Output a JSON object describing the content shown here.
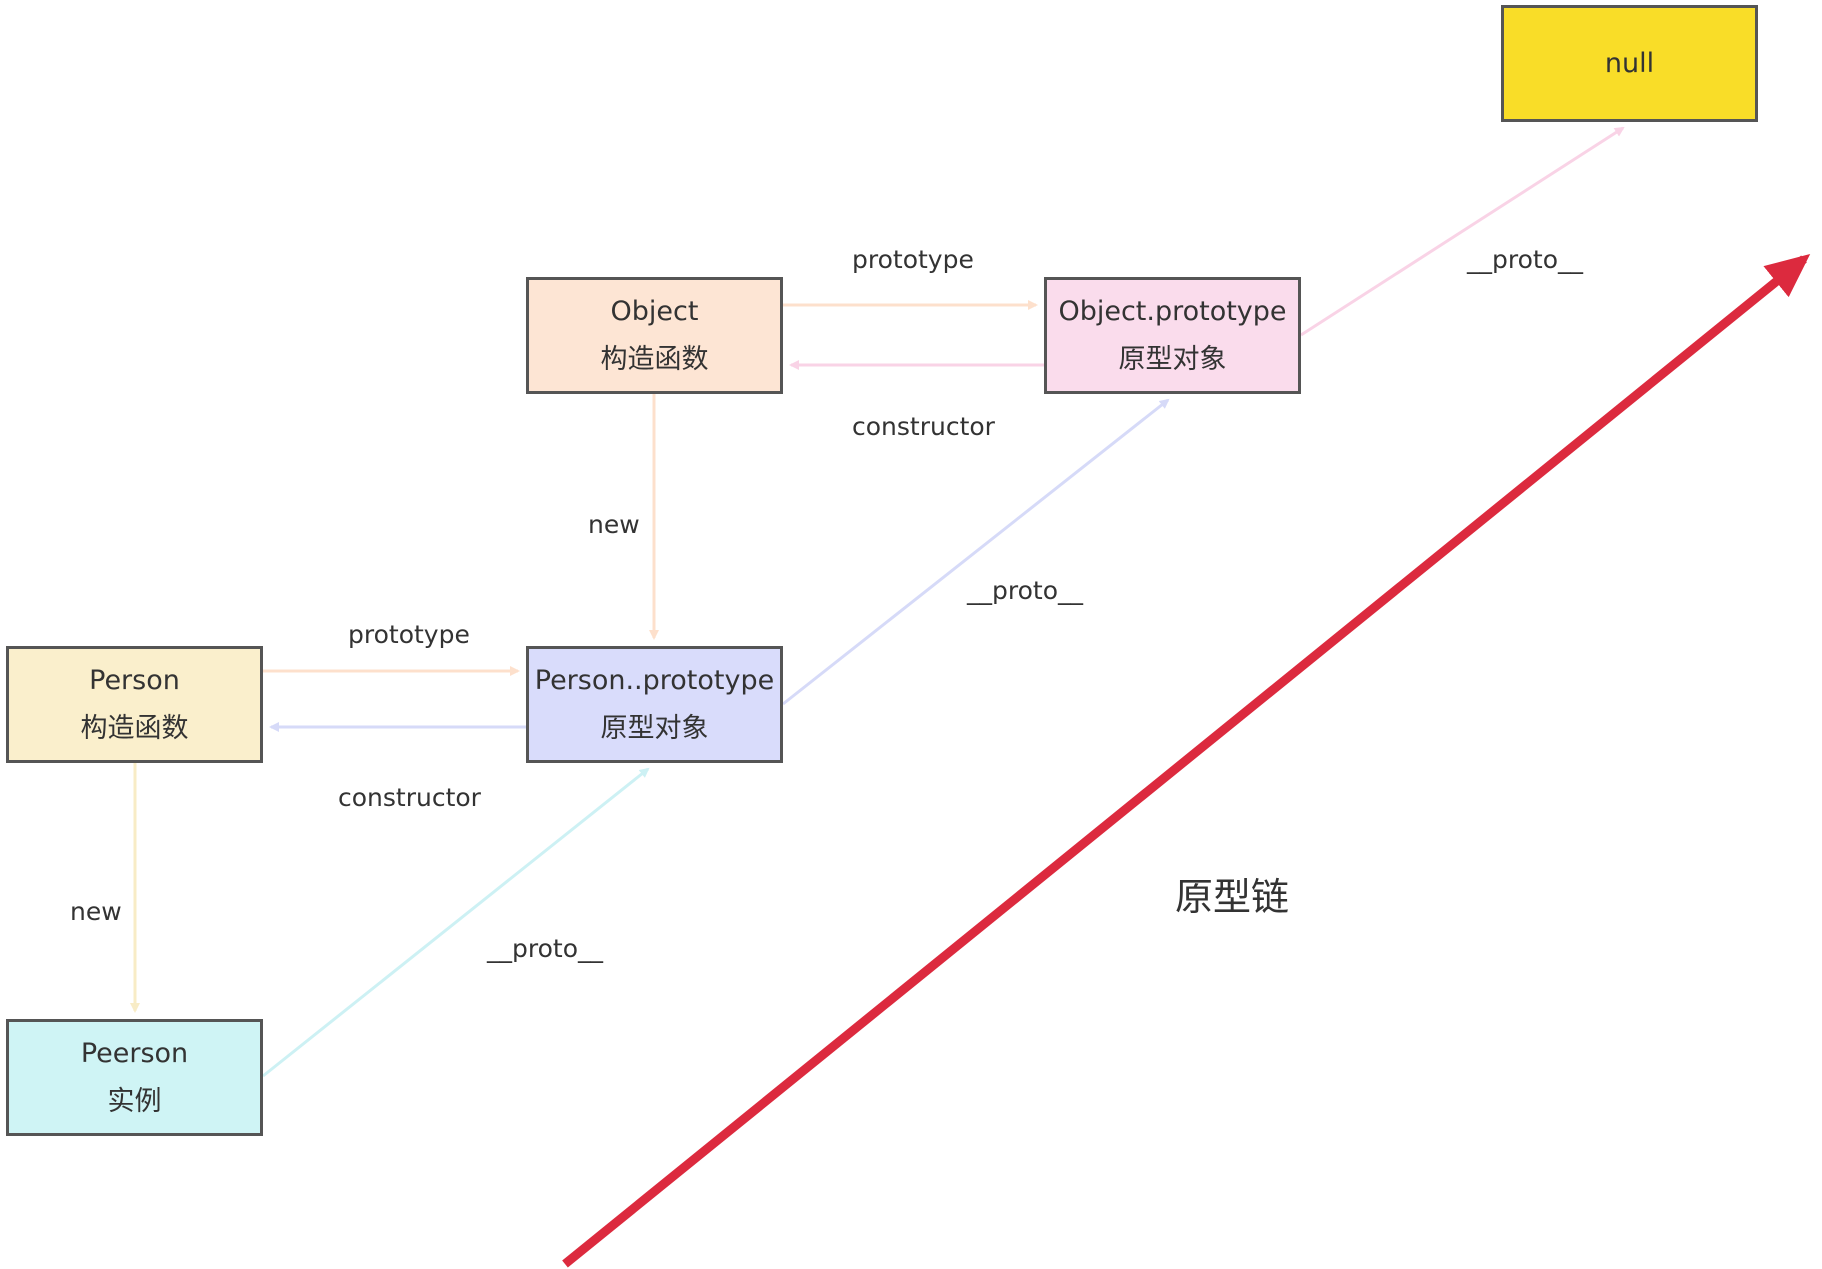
{
  "nodes": {
    "object_ctor": {
      "line1": "Object",
      "line2": "构造函数"
    },
    "object_proto": {
      "line1": "Object.prototype",
      "line2": "原型对象"
    },
    "null_node": {
      "line1": "null"
    },
    "person_ctor": {
      "line1": "Person",
      "line2": "构造函数"
    },
    "person_proto": {
      "line1": "Person..prototype",
      "line2": "原型对象"
    },
    "instance": {
      "line1": "Peerson",
      "line2": "实例"
    }
  },
  "edges": {
    "object_prototype": "prototype",
    "object_constructor": "constructor",
    "object_new": "new",
    "person_proto_to_object_proto": "__proto__",
    "object_proto_to_null": "__proto__",
    "person_prototype": "prototype",
    "person_constructor": "constructor",
    "person_new": "new",
    "instance_to_person_proto": "__proto__"
  },
  "chain_label": "原型链",
  "colors": {
    "object_ctor_fill": "#fde5d4",
    "object_proto_fill": "#fadcec",
    "null_fill": "#f9dd28",
    "person_ctor_fill": "#faefcc",
    "person_proto_fill": "#d9dcfb",
    "instance_fill": "#cff4f5",
    "chain_arrow": "#dc2a3e",
    "border": "#555555"
  }
}
